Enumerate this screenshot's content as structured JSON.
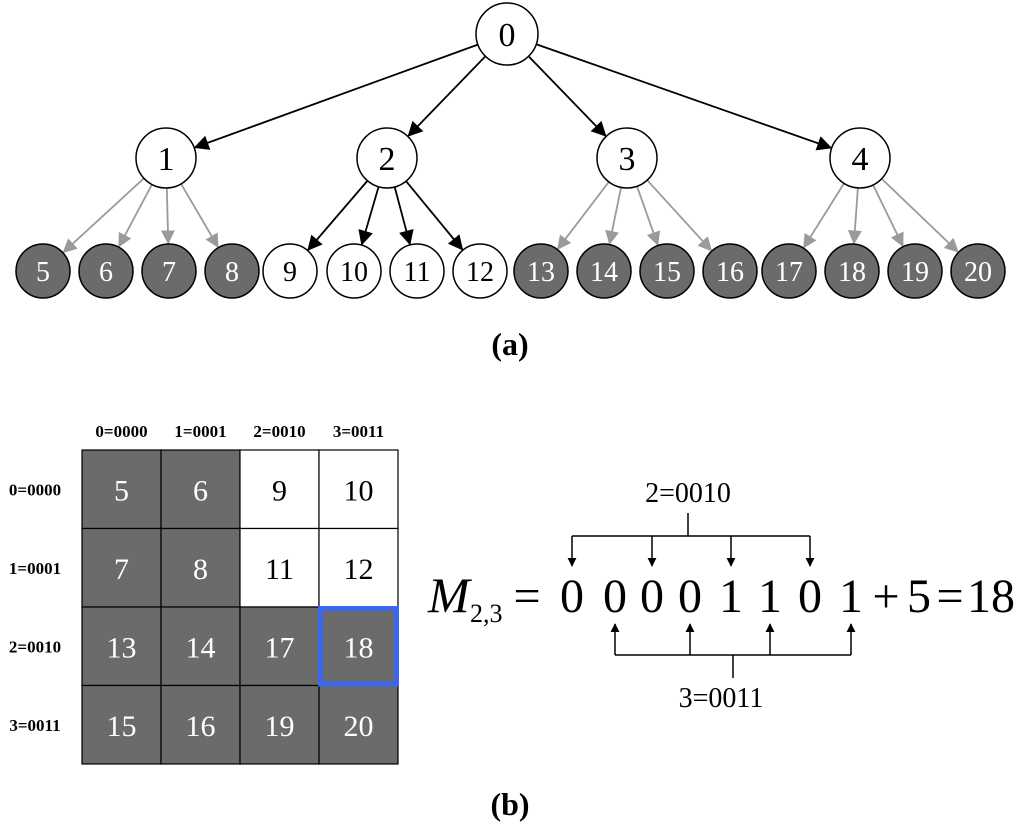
{
  "colors": {
    "dark_fill": "#6b6b6b",
    "light_fill": "#ffffff",
    "stroke": "#000000",
    "gray_edge": "#9a9a9a",
    "highlight": "#3a66f0",
    "dark_text": "#ffffff",
    "light_text": "#000000"
  },
  "tree": {
    "root": "0",
    "level1": [
      "1",
      "2",
      "3",
      "4"
    ],
    "leaves": [
      "5",
      "6",
      "7",
      "8",
      "9",
      "10",
      "11",
      "12",
      "13",
      "14",
      "15",
      "16",
      "17",
      "18",
      "19",
      "20"
    ],
    "dark_leaves": [
      "5",
      "6",
      "7",
      "8",
      "13",
      "14",
      "15",
      "16",
      "17",
      "18",
      "19",
      "20"
    ],
    "black_edge_parent": "2"
  },
  "caption_a": "(a)",
  "caption_b": "(b)",
  "matrix": {
    "col_headers": [
      "0=0000",
      "1=0001",
      "2=0010",
      "3=0011"
    ],
    "row_headers": [
      "0=0000",
      "1=0001",
      "2=0010",
      "3=0011"
    ],
    "cells": [
      [
        "5",
        "6",
        "9",
        "10"
      ],
      [
        "7",
        "8",
        "11",
        "12"
      ],
      [
        "13",
        "14",
        "17",
        "18"
      ],
      [
        "15",
        "16",
        "19",
        "20"
      ]
    ],
    "dark": [
      [
        true,
        true,
        false,
        false
      ],
      [
        true,
        true,
        false,
        false
      ],
      [
        true,
        true,
        true,
        true
      ],
      [
        true,
        true,
        true,
        true
      ]
    ],
    "highlight": [
      2,
      3
    ]
  },
  "formula": {
    "symbol": "M",
    "subscript": "2,3",
    "equals": "=",
    "bits": [
      "0",
      "0",
      "0",
      "0",
      "1",
      "1",
      "0",
      "1"
    ],
    "plus": "+",
    "offset": "5",
    "equals2": "=",
    "result": "18",
    "top_label": "2=0010",
    "bottom_label": "3=0011"
  }
}
